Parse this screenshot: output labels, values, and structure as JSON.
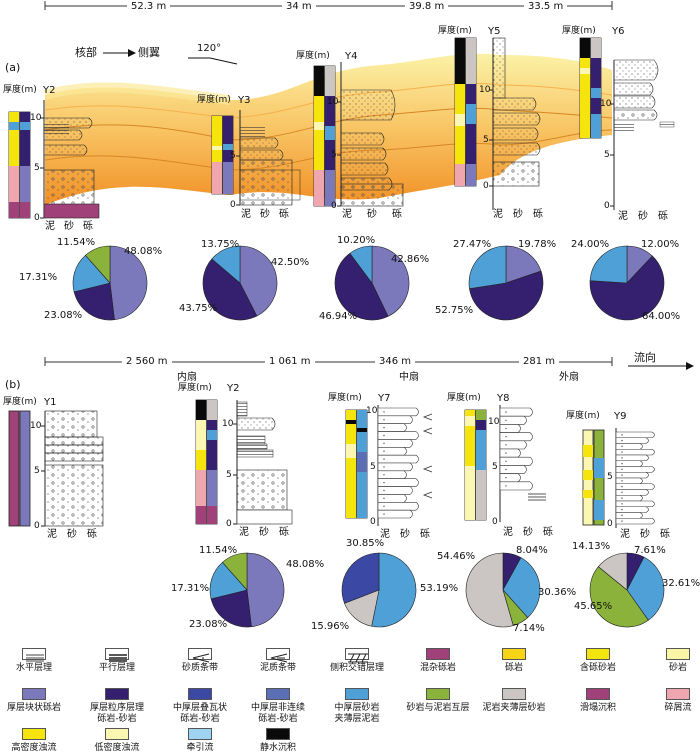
{
  "panel_a": {
    "label": "(a)",
    "distances": [
      "52.3 m",
      "34 m",
      "39.8 m",
      "33.5 m"
    ],
    "direction_core": "核部",
    "direction_wing": "侧翼",
    "azimuth": "120°",
    "thickness_label": "厚度(m)",
    "x_labels": [
      "泥",
      "砂",
      "砾"
    ],
    "wells": [
      {
        "name": "Y2",
        "pct": [
          "48.08%",
          "23.08%",
          "17.31%",
          "11.54%"
        ]
      },
      {
        "name": "Y3",
        "pct": [
          "42.50%",
          "43.75%",
          "13.75%"
        ]
      },
      {
        "name": "Y4",
        "pct": [
          "42.86%",
          "46.94%",
          "10.20%"
        ]
      },
      {
        "name": "Y5",
        "pct": [
          "19.78%",
          "52.75%",
          "27.47%"
        ]
      },
      {
        "name": "Y6",
        "pct": [
          "12.00%",
          "64.00%",
          "24.00%"
        ]
      }
    ],
    "ticks": [
      "0",
      "5",
      "10"
    ]
  },
  "panel_b": {
    "label": "(b)",
    "distances": [
      "2 560 m",
      "1 061 m",
      "346 m",
      "281 m"
    ],
    "flow": "流向",
    "zones": [
      "内扇",
      "中扇",
      "外扇"
    ],
    "thickness_label": "厚度(m)",
    "x_labels": [
      "泥",
      "砂",
      "砾"
    ],
    "wells": [
      {
        "name": "Y1",
        "pct": []
      },
      {
        "name": "Y2",
        "pct": [
          "48.08%",
          "23.08%",
          "17.31%",
          "11.54%"
        ]
      },
      {
        "name": "Y7",
        "pct": [
          "53.19%",
          "15.96%",
          "30.85%"
        ]
      },
      {
        "name": "Y8",
        "pct": [
          "8.04%",
          "30.36%",
          "7.14%",
          "54.46%"
        ]
      },
      {
        "name": "Y9",
        "pct": [
          "7.61%",
          "32.61%",
          "45.65%",
          "14.13%"
        ]
      }
    ],
    "ticks": [
      "0",
      "5",
      "10"
    ]
  },
  "legend": [
    {
      "label": "水平层理",
      "icon": "horizontal-bedding"
    },
    {
      "label": "平行层理",
      "icon": "parallel-bedding"
    },
    {
      "label": "砂质条带",
      "icon": "sandy-band"
    },
    {
      "label": "泥质条带",
      "icon": "muddy-band"
    },
    {
      "label": "侧积交错层理",
      "icon": "lateral-accretion"
    },
    {
      "label": "混杂砾岩",
      "color": "#a0417a"
    },
    {
      "label": "砾岩",
      "color": "#f7d416"
    },
    {
      "label": "含砾砂岩",
      "color": "#f2e40d"
    },
    {
      "label": "砂岩",
      "color": "#fbf5a6"
    },
    {
      "label": "厚层块状砾岩",
      "color": "#7b78bc"
    },
    {
      "label": "厚层粒序层理\n砾岩-砂岩",
      "color": "#34206f"
    },
    {
      "label": "中厚层叠瓦状\n砾岩-砂岩",
      "color": "#3b49a4"
    },
    {
      "label": "中厚层非连续\n砾岩-砂岩",
      "color": "#5a6fb6"
    },
    {
      "label": "中厚层砂岩\n夹薄层泥岩",
      "color": "#4ea0d6"
    },
    {
      "label": "砂岩与泥岩互层",
      "color": "#8bb33c"
    },
    {
      "label": "泥岩夹薄层砂岩",
      "color": "#cbc6c4"
    },
    {
      "label": "滑塌沉积",
      "color": "#a0417a"
    },
    {
      "label": "碎屑流",
      "color": "#f0a6ae"
    },
    {
      "label": "高密度浊流",
      "color": "#f5e50c"
    },
    {
      "label": "低密度浊流",
      "color": "#fbf7b2"
    },
    {
      "label": "牵引流",
      "color": "#9ed4f1"
    },
    {
      "label": "静水沉积",
      "color": "#0a0a0a"
    }
  ],
  "colors": {
    "massive_cgl": "#7b78bc",
    "graded": "#34206f",
    "imbricate": "#3b49a4",
    "discont": "#5a6fb6",
    "sand_mud": "#4ea0d6",
    "interbed": "#8bb33c",
    "mudstone": "#cbc6c4",
    "mixed": "#a0417a",
    "debris": "#f0a6ae",
    "hd_turb": "#f5e50c",
    "ld_turb": "#fbf7b2",
    "traction": "#9ed4f1",
    "still": "#0a0a0a",
    "fill_orange": "#f4a23a",
    "fill_yellow": "#fbe99a"
  }
}
